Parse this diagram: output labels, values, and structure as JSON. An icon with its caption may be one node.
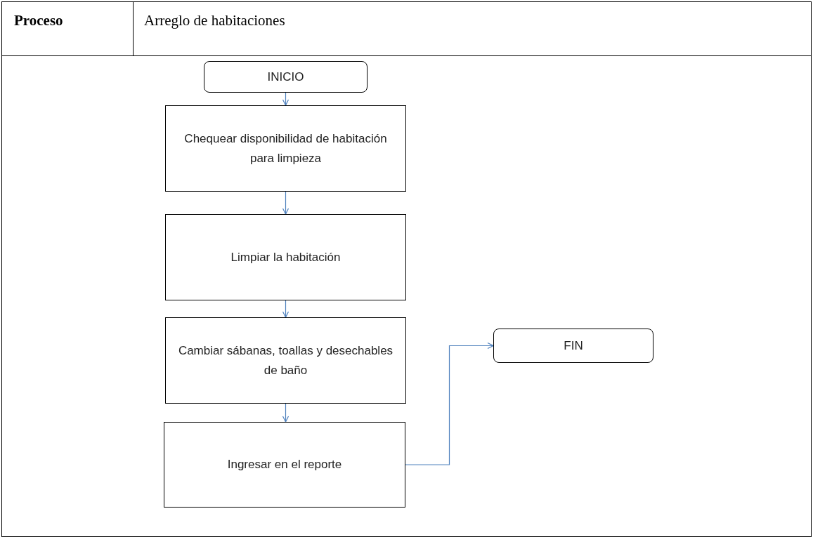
{
  "diagram": {
    "nodes": [
      {
        "text": [
          "INICIO"
        ]
      },
      {
        "text": [
          "Chequear disponibilidad de habitación para limpieza"
        ]
      },
      {
        "text": [
          "Limpiar la habitación"
        ]
      },
      {
        "text": [
          "Cambiar sábanas, toallas y desechables de baño"
        ]
      },
      {
        "text": [
          "Ingresar en el reporte"
        ]
      },
      {
        "text": [
          "FIN"
        ]
      }
    ],
    "edges": [
      {
        "from": 0,
        "to": 1,
        "arrow": "to"
      },
      {
        "from": 1,
        "to": 2,
        "arrow": "to"
      },
      {
        "from": 2,
        "to": 3,
        "arrow": "to"
      },
      {
        "from": 3,
        "to": 4,
        "arrow": "to"
      },
      {
        "from": 4,
        "to": 5,
        "arrow": "to"
      }
    ],
    "labels": [
      "Proceso",
      "Arreglo de habitaciones"
    ]
  }
}
